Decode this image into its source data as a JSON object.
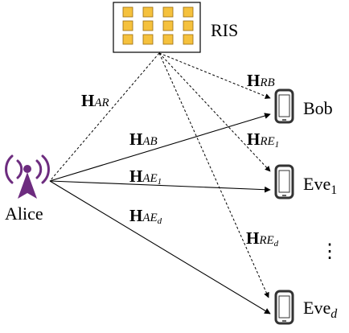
{
  "ris": {
    "label": "RIS",
    "element_color": "#f5c13d",
    "rows": 3,
    "cols": 4
  },
  "alice": {
    "label": "Alice",
    "color": "#6d2c7f"
  },
  "receivers": [
    {
      "name": "Bob",
      "sub": ""
    },
    {
      "name": "Eve",
      "sub": "1"
    },
    {
      "name": "Eve",
      "sub": "d"
    }
  ],
  "ellipsis": "⋮",
  "channels": {
    "AR": {
      "H": "H",
      "sub": "AR"
    },
    "RB": {
      "H": "H",
      "sub": "RB"
    },
    "AB": {
      "H": "H",
      "sub": "AB"
    },
    "RE1": {
      "H": "H",
      "sub": "RE",
      "subsub": "1"
    },
    "AE1": {
      "H": "H",
      "sub": "AE",
      "subsub": "1"
    },
    "AEd": {
      "H": "H",
      "sub": "AE",
      "subsub": "d"
    },
    "REd": {
      "H": "H",
      "sub": "RE",
      "subsub": "d"
    }
  }
}
